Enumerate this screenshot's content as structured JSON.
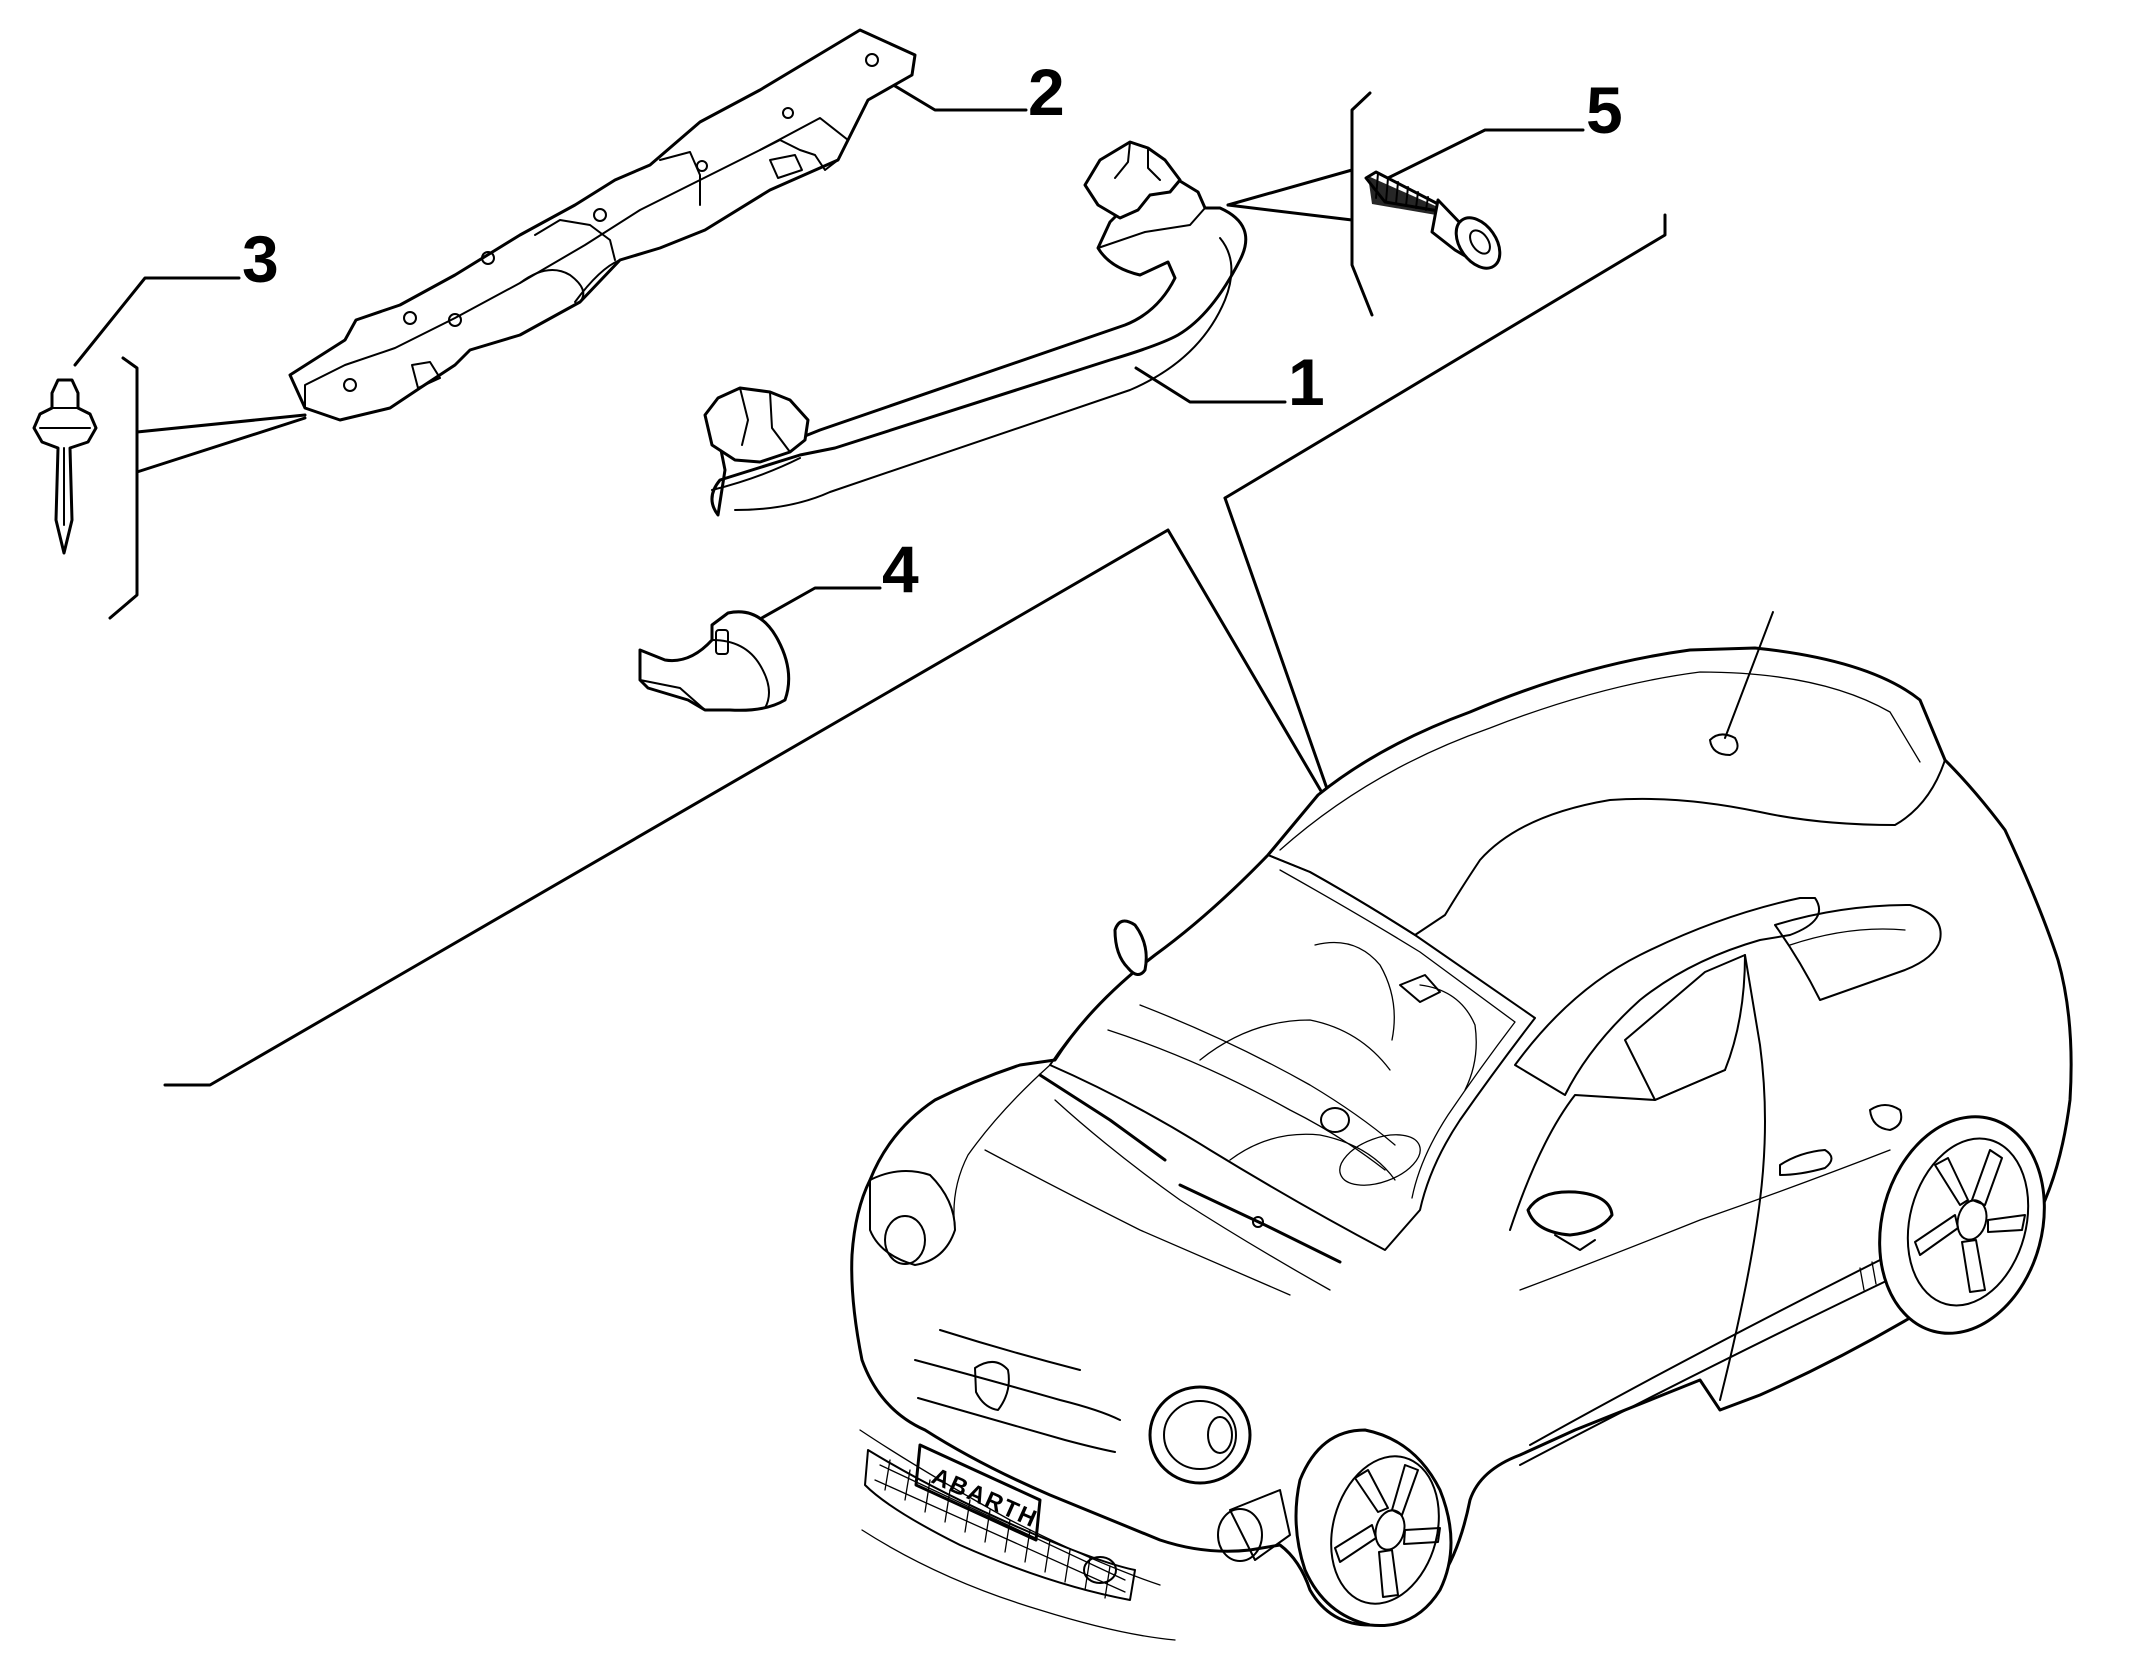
{
  "callouts": [
    {
      "id": "1",
      "label": "1"
    },
    {
      "id": "2",
      "label": "2"
    },
    {
      "id": "3",
      "label": "3"
    },
    {
      "id": "4",
      "label": "4"
    },
    {
      "id": "5",
      "label": "5"
    }
  ],
  "car": {
    "badge_text": "ABARTH"
  },
  "colors": {
    "line": "#000000",
    "background": "#ffffff"
  }
}
